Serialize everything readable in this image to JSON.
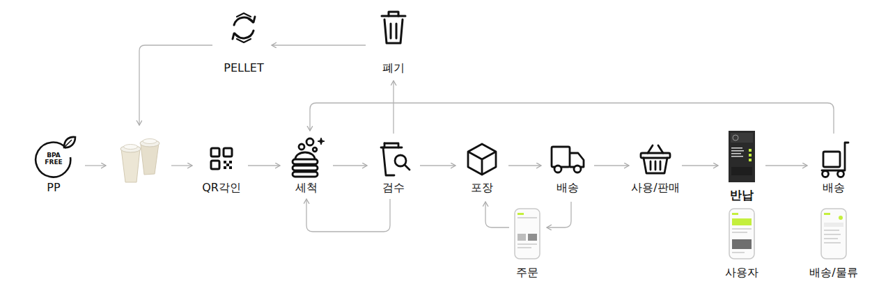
{
  "diagram": {
    "nodes": [
      {
        "text": [
          "PELLET"
        ]
      },
      {
        "text": [
          "폐기"
        ]
      },
      {
        "text": [
          "BPA FREE",
          "PP"
        ]
      },
      {
        "text": [
          "QR각인"
        ]
      },
      {
        "text": [
          "세척"
        ]
      },
      {
        "text": [
          "검수"
        ]
      },
      {
        "text": [
          "포장"
        ]
      },
      {
        "text": [
          "배송"
        ]
      },
      {
        "text": [
          "사용/판매"
        ]
      },
      {
        "text": [
          "반납"
        ]
      },
      {
        "text": [
          "배송"
        ]
      },
      {
        "text": [
          "주문"
        ]
      },
      {
        "text": [
          "사용자"
        ]
      },
      {
        "text": [
          "배송/물류"
        ]
      }
    ],
    "edges": [
      {
        "from": 1,
        "to": 0,
        "arrow": "to"
      },
      {
        "from": 3,
        "to": 4,
        "arrow": "to"
      },
      {
        "from": 4,
        "to": 5,
        "arrow": "to"
      },
      {
        "from": 5,
        "to": 6,
        "arrow": "to"
      },
      {
        "from": 6,
        "to": 7,
        "arrow": "to"
      },
      {
        "from": 7,
        "to": 8,
        "arrow": "to"
      },
      {
        "from": 8,
        "to": 9,
        "arrow": "to"
      },
      {
        "from": 9,
        "to": 10,
        "arrow": "to"
      },
      {
        "from": 5,
        "to": 1,
        "arrow": "to"
      },
      {
        "from": 10,
        "to": 4,
        "arrow": "to"
      },
      {
        "from": 5,
        "to": 4,
        "arrow": "to"
      },
      {
        "from": 11,
        "to": 6,
        "arrow": "to"
      },
      {
        "from": 7,
        "to": 11,
        "arrow": "to"
      }
    ]
  }
}
